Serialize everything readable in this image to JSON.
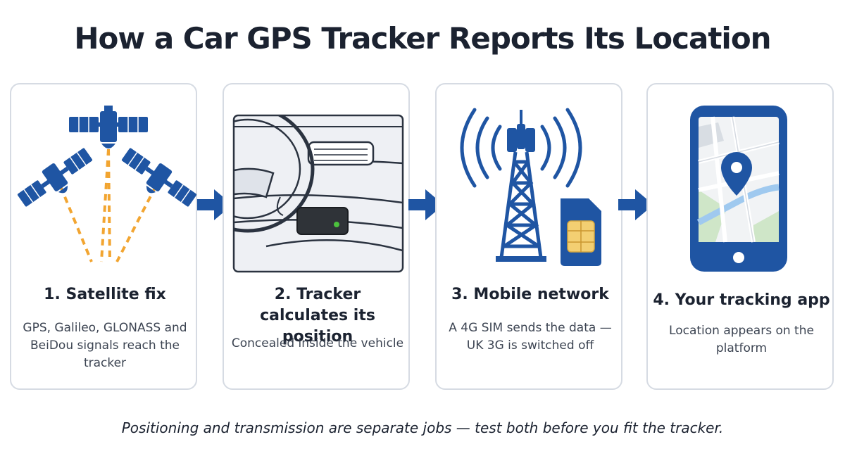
{
  "title": "How a Car GPS Tracker Reports Its Location",
  "steps": [
    {
      "title": "1. Satellite fix",
      "description": "GPS, Galileo, GLONASS and BeiDou signals reach the tracker",
      "icon": "satellites-icon"
    },
    {
      "title": "2. Tracker calculates its position",
      "description": "Concealed inside the vehicle",
      "icon": "car-dashboard-tracker-icon"
    },
    {
      "title": "3. Mobile network",
      "description": "A 4G SIM sends the data — UK 3G is switched off",
      "icon": "cell-tower-sim-icon"
    },
    {
      "title": "4. Your tracking app",
      "description": "Location appears on the platform",
      "icon": "phone-map-icon"
    }
  ],
  "footer": "Positioning and transmission are separate jobs — test both before you fit the tracker.",
  "colors": {
    "accent_blue": "#1f55a3",
    "signal_orange": "#f2a531",
    "card_border": "#d6dbe3",
    "text_dark": "#1b2230",
    "tracker_led": "#4cc13d"
  }
}
